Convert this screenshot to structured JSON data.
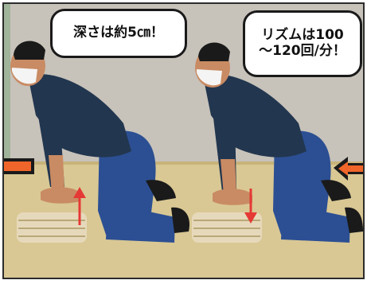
{
  "bubble_left": {
    "text": "深さは約5㎝！"
  },
  "bubble_right": {
    "line1": "リズムは100",
    "line2": "～120回/分！"
  },
  "colors": {
    "wall": "#c9c5bd",
    "floor": "#d8c793",
    "shirt": "#22364f",
    "pants": "#2c4f93",
    "skin": "#c98b63",
    "towel": "#e8dcc0",
    "arrow_red": "#e53935",
    "arrow_orange": "#f0662a"
  },
  "icons": [
    "up-arrow-icon",
    "down-arrow-icon",
    "left-orange-arrow-icon",
    "right-orange-arrow-icon"
  ]
}
